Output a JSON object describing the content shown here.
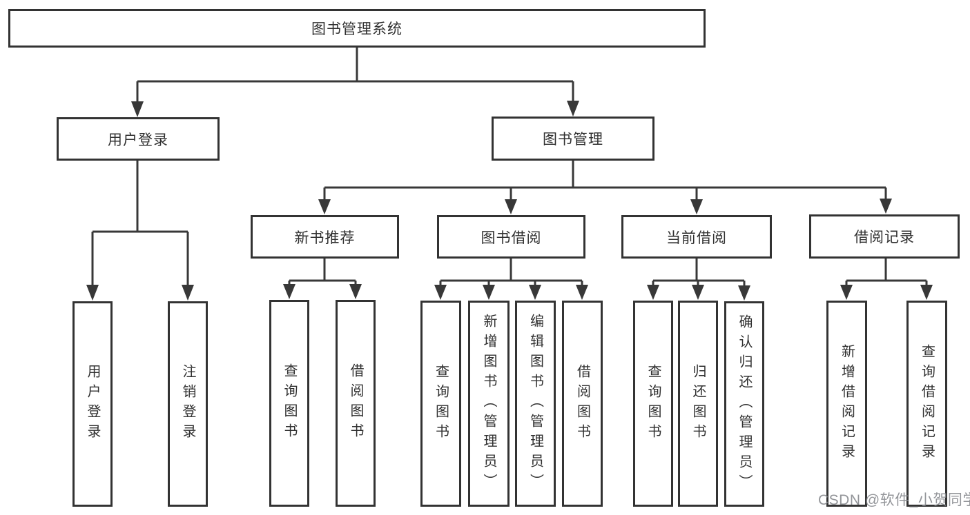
{
  "diagram": {
    "root": {
      "label": "图书管理系统"
    },
    "level2": [
      {
        "id": "user-login",
        "label": "用户登录",
        "children": [
          {
            "id": "login",
            "label": "用户登录"
          },
          {
            "id": "logout",
            "label": "注销登录"
          }
        ]
      },
      {
        "id": "book-management",
        "label": "图书管理",
        "children": [
          {
            "id": "new-book-recommend",
            "label": "新书推荐",
            "children": [
              {
                "id": "query-books",
                "label": "查询图书"
              },
              {
                "id": "borrow-books",
                "label": "借阅图书"
              }
            ]
          },
          {
            "id": "book-borrowing",
            "label": "图书借阅",
            "children": [
              {
                "id": "query-books",
                "label": "查询图书"
              },
              {
                "id": "add-books-admin",
                "label": "新增图书（管理员）"
              },
              {
                "id": "edit-books-admin",
                "label": "编辑图书（管理员）"
              },
              {
                "id": "borrow-books",
                "label": "借阅图书"
              }
            ]
          },
          {
            "id": "current-borrowing",
            "label": "当前借阅",
            "children": [
              {
                "id": "query-books",
                "label": "查询图书"
              },
              {
                "id": "return-books",
                "label": "归还图书"
              },
              {
                "id": "confirm-return-admin",
                "label": "确认归还（管理员）"
              }
            ]
          },
          {
            "id": "borrowing-records",
            "label": "借阅记录",
            "children": [
              {
                "id": "add-borrow-record",
                "label": "新增借阅记录"
              },
              {
                "id": "query-borrow-record",
                "label": "查询借阅记录"
              }
            ]
          }
        ]
      }
    ]
  },
  "watermark": {
    "text": "CSDN @软件_小贺同学"
  },
  "colors": {
    "line": "#383838",
    "box_border": "#333333",
    "text": "#303030",
    "watermark": "#878a8e",
    "background": "#ffffff"
  }
}
